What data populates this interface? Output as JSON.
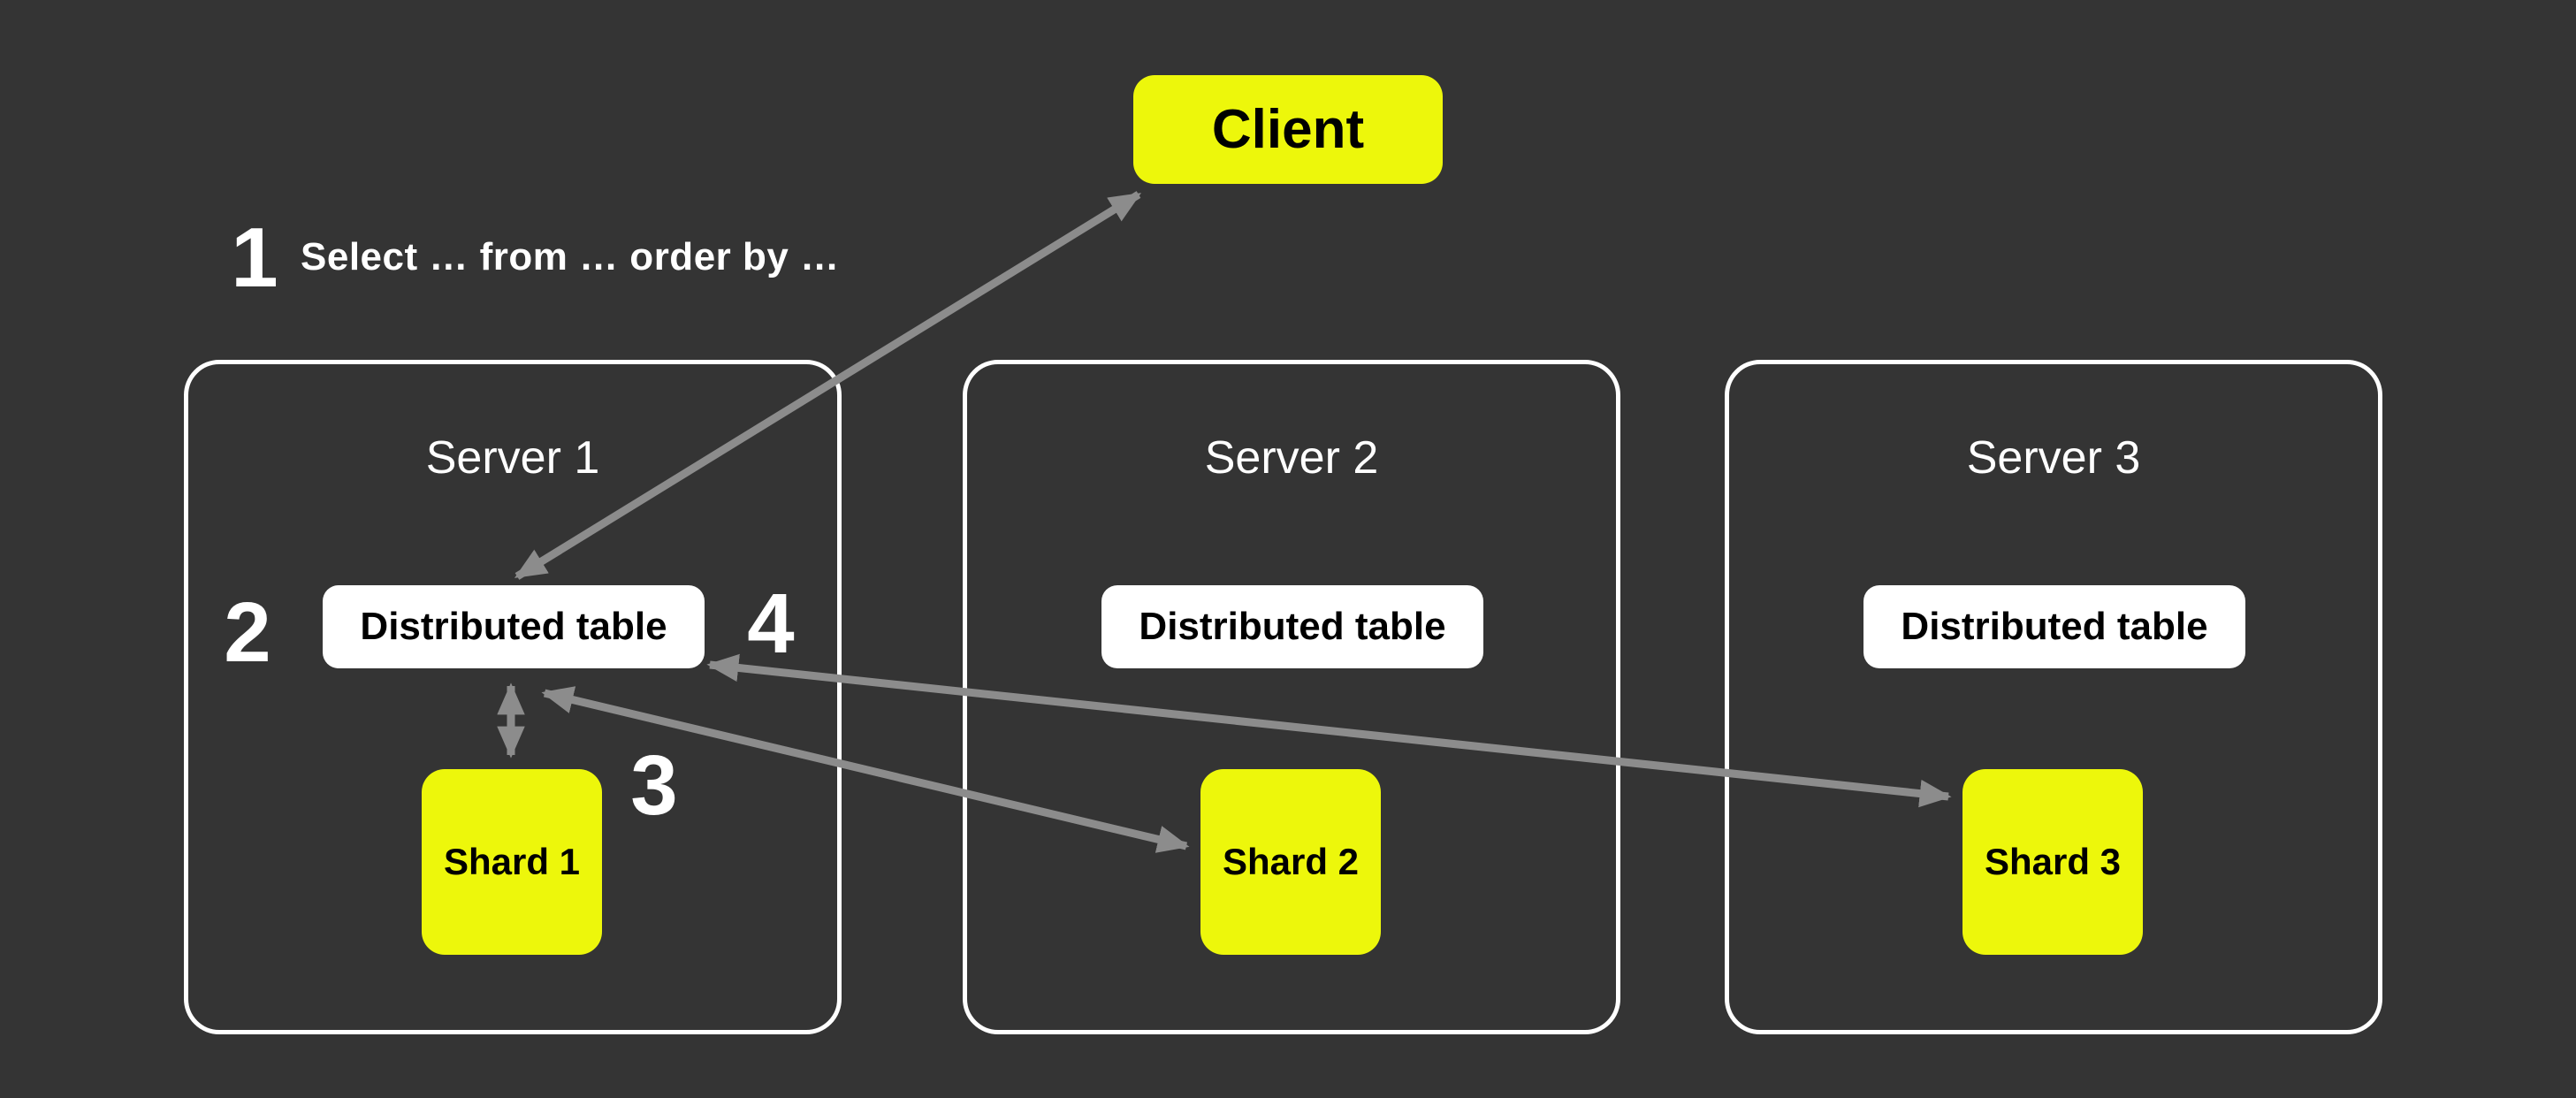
{
  "colors": {
    "background": "#343434",
    "accent-yellow": "#EDF70B",
    "arrow-gray": "#8C8C8C",
    "box-white": "#FFFFFF",
    "text-black": "#000000",
    "text-white": "#FFFFFF"
  },
  "client": {
    "label": "Client"
  },
  "steps": {
    "step1": {
      "number": "1",
      "text": "Select … from … order by …"
    },
    "step2": {
      "number": "2"
    },
    "step3": {
      "number": "3"
    },
    "step4": {
      "number": "4"
    }
  },
  "servers": [
    {
      "title": "Server 1",
      "table_label": "Distributed table",
      "shard_label": "Shard 1"
    },
    {
      "title": "Server 2",
      "table_label": "Distributed table",
      "shard_label": "Shard 2"
    },
    {
      "title": "Server 3",
      "table_label": "Distributed table",
      "shard_label": "Shard 3"
    }
  ],
  "connections": [
    {
      "from": "client",
      "to": "server1-distributed-table",
      "bidirectional": true
    },
    {
      "from": "server1-distributed-table",
      "to": "shard-1",
      "bidirectional": true
    },
    {
      "from": "server1-distributed-table",
      "to": "shard-2",
      "bidirectional": true
    },
    {
      "from": "server1-distributed-table",
      "to": "shard-3",
      "bidirectional": true
    }
  ]
}
